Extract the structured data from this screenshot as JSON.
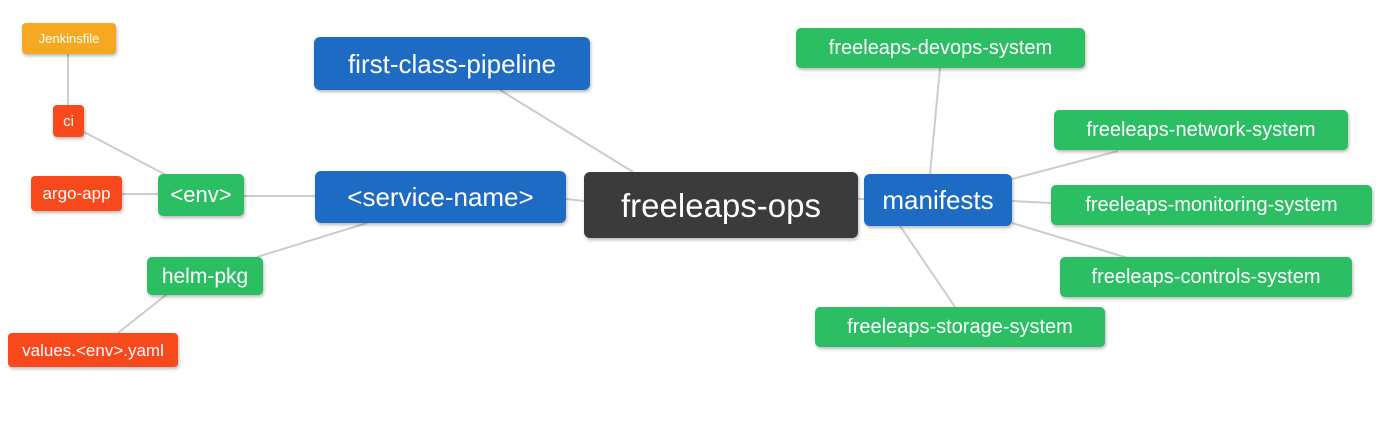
{
  "palette": {
    "root_bg": "#3B3B3B",
    "primary_branch_bg": "#1E6BC4",
    "secondary_branch_bg": "#2BBE62",
    "leaf_red_bg": "#F8491C",
    "leaf_orange_bg": "#F7A823",
    "edge_line": "#CCCCCC",
    "node_text": "#FFFFFF",
    "canvas_bg": "#FFFFFF"
  },
  "nodes": {
    "freeleaps_ops": {
      "label": "freeleaps-ops",
      "color": "#3B3B3B"
    },
    "first_class_pipeline": {
      "label": "first-class-pipeline",
      "color": "#1E6BC4"
    },
    "service_name": {
      "label": "<service-name>",
      "color": "#1E6BC4"
    },
    "manifests": {
      "label": "manifests",
      "color": "#1E6BC4"
    },
    "env": {
      "label": "<env>",
      "color": "#2BBE62"
    },
    "helm_pkg": {
      "label": "helm-pkg",
      "color": "#2BBE62"
    },
    "ci": {
      "label": "ci",
      "color": "#F8491C"
    },
    "argo_app": {
      "label": "argo-app",
      "color": "#F8491C"
    },
    "jenkinsfile": {
      "label": "Jenkinsfile",
      "color": "#F7A823"
    },
    "values_env_yaml": {
      "label": "values.<env>.yaml",
      "color": "#F8491C"
    },
    "devops_system": {
      "label": "freeleaps-devops-system",
      "color": "#2BBE62"
    },
    "network_system": {
      "label": "freeleaps-network-system",
      "color": "#2BBE62"
    },
    "monitoring_system": {
      "label": "freeleaps-monitoring-system",
      "color": "#2BBE62"
    },
    "controls_system": {
      "label": "freeleaps-controls-system",
      "color": "#2BBE62"
    },
    "storage_system": {
      "label": "freeleaps-storage-system",
      "color": "#2BBE62"
    }
  },
  "edges": [
    {
      "from": "freeleaps_ops",
      "to": "first_class_pipeline"
    },
    {
      "from": "freeleaps_ops",
      "to": "service_name"
    },
    {
      "from": "freeleaps_ops",
      "to": "manifests"
    },
    {
      "from": "service_name",
      "to": "env"
    },
    {
      "from": "service_name",
      "to": "helm_pkg"
    },
    {
      "from": "env",
      "to": "ci"
    },
    {
      "from": "env",
      "to": "argo_app"
    },
    {
      "from": "ci",
      "to": "jenkinsfile"
    },
    {
      "from": "helm_pkg",
      "to": "values_env_yaml"
    },
    {
      "from": "manifests",
      "to": "devops_system"
    },
    {
      "from": "manifests",
      "to": "network_system"
    },
    {
      "from": "manifests",
      "to": "monitoring_system"
    },
    {
      "from": "manifests",
      "to": "controls_system"
    },
    {
      "from": "manifests",
      "to": "storage_system"
    }
  ]
}
